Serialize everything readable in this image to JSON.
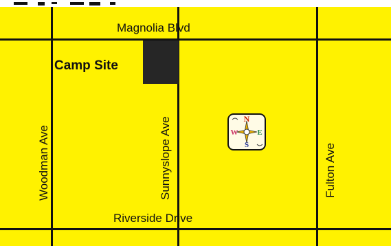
{
  "map": {
    "background_color": "#fff200",
    "road_color": "#111111",
    "roads": {
      "horizontal": [
        "Magnolia Blvd",
        "Riverside Drive"
      ],
      "vertical": [
        "Woodman Ave",
        "Sunnyslope Ave",
        "Fulton Ave"
      ]
    },
    "labels": {
      "magnolia": "Magnolia Blvd",
      "riverside": "Riverside Drive",
      "woodman": "Woodman Ave",
      "sunnyslope": "Sunnyslope Ave",
      "fulton": "Fulton Ave",
      "camp_site": "Camp Site"
    },
    "compass": {
      "icon": "compass-rose-icon",
      "north": "N",
      "south": "S",
      "east": "E",
      "west": "W"
    }
  }
}
